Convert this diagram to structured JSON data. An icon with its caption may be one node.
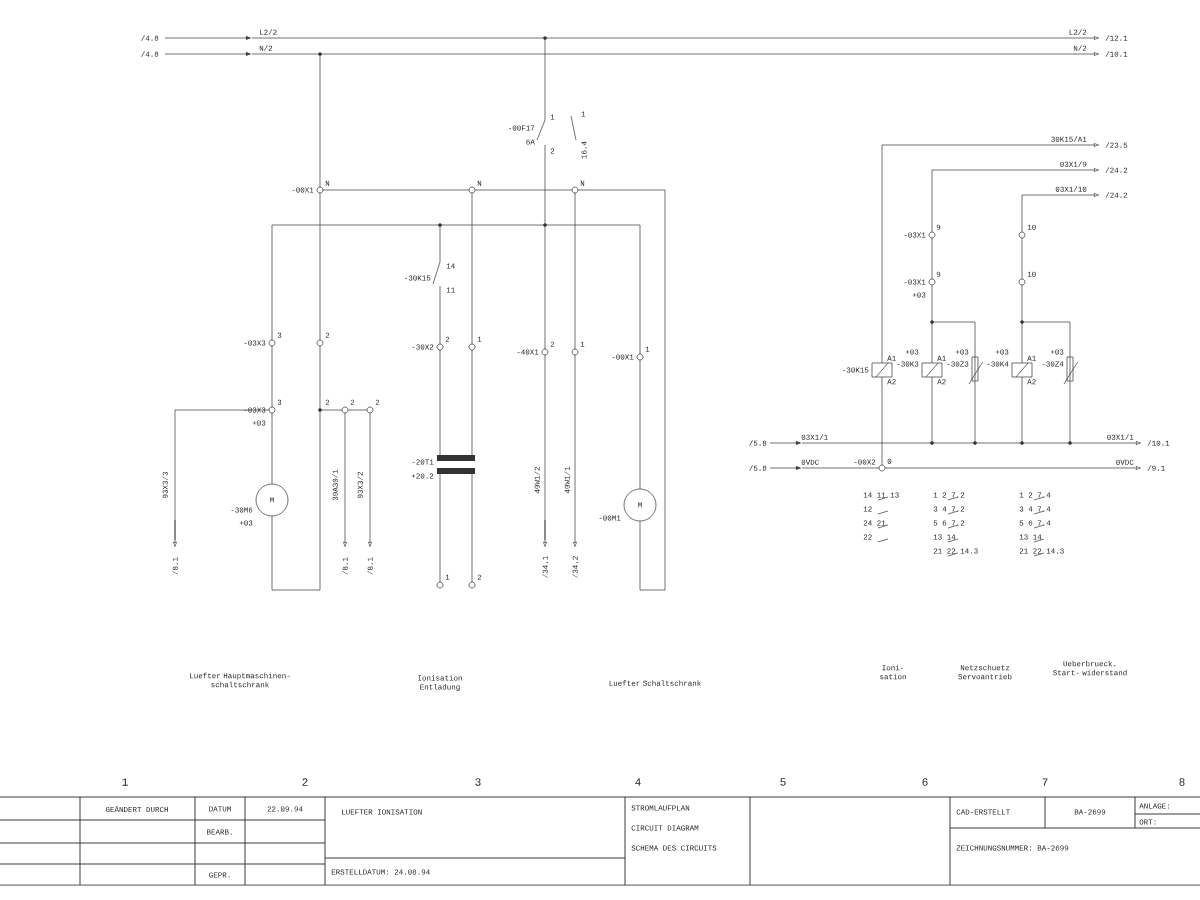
{
  "diagram": {
    "nodes": [
      {
        "text": [
          "M"
        ]
      },
      {
        "text": [
          "M"
        ]
      }
    ],
    "labels": [
      "/4.8",
      "L2/2",
      "/4.8",
      "N/2",
      "-00F17",
      "6A",
      "1",
      "2",
      "1",
      "16.4",
      "L2/2",
      "/12.1",
      "N/2",
      "/10.1",
      "30K15/A1",
      "/23.5",
      "03X1/9",
      "/24.2",
      "03X1/10",
      "/24.2",
      "-00X1",
      "N",
      "N",
      "N",
      "-30K15",
      "14",
      "11",
      "-03X1",
      "9",
      "10",
      "-03X1",
      "9",
      "+03",
      "10",
      "-03X3",
      "3",
      "2",
      "-30X2",
      "2",
      "1",
      "-40X1",
      "2",
      "1",
      "-00X1",
      "1",
      "-30K15",
      "A1",
      "A2",
      "+03",
      "-30K3",
      "A1",
      "A2",
      "+03",
      "-30Z3",
      "+03",
      "-30K4",
      "A1",
      "A2",
      "+03",
      "-30Z4",
      "-03X3",
      "3",
      "+03",
      "2",
      "2",
      "2",
      "03X3/3",
      "/8.1",
      "-30M6",
      "+03",
      "30A30/1",
      "/8.1",
      "03X3/2",
      "/8.1",
      "-20T1",
      "+20.2",
      "40W1/2",
      "/34.1",
      "40W1/1",
      "/34.2",
      "-00M1",
      "1",
      "2",
      "/5.8",
      "03X1/1",
      "03X1/1",
      "/10.1",
      "/5.8",
      "0VDC",
      "-00X2",
      "0",
      "0VDC",
      "/9.1",
      "14 11 13",
      "12",
      "24 21",
      "22",
      "1 2 7.2",
      "3 4 7.2",
      "5 6 7.2",
      "13 14",
      "21 22 14.3",
      "1 2 7.4",
      "3 4 7.4",
      "5 6 7.4",
      "13 14",
      "21 22 14.3",
      "Luefter Hauptmaschinen- schaltschrank",
      "Ionisation Entladung",
      "Luefter Schaltschrank",
      "Ioni- sation",
      "Netzschuetz Servoantrieb",
      "Ueberbrueck. Start- widerstand",
      "1",
      "2",
      "3",
      "4",
      "5",
      "6",
      "7",
      "8",
      "GEÄNDERT DURCH",
      "DATUM",
      "22.09.94",
      "BEARB.",
      "GEPR.",
      "LUEFTER IONISATION",
      "ERSTELLDATUM: 24.08.94",
      "STROMLAUFPLAN",
      "CIRCUIT DIAGRAM",
      "SCHEMA DES CIRCUITS",
      "CAD-ERSTELLT",
      "BA-2699",
      "ANLAGE:",
      "ORT:",
      "ZEICHNUNGSNUMMER: BA-2699"
    ]
  }
}
